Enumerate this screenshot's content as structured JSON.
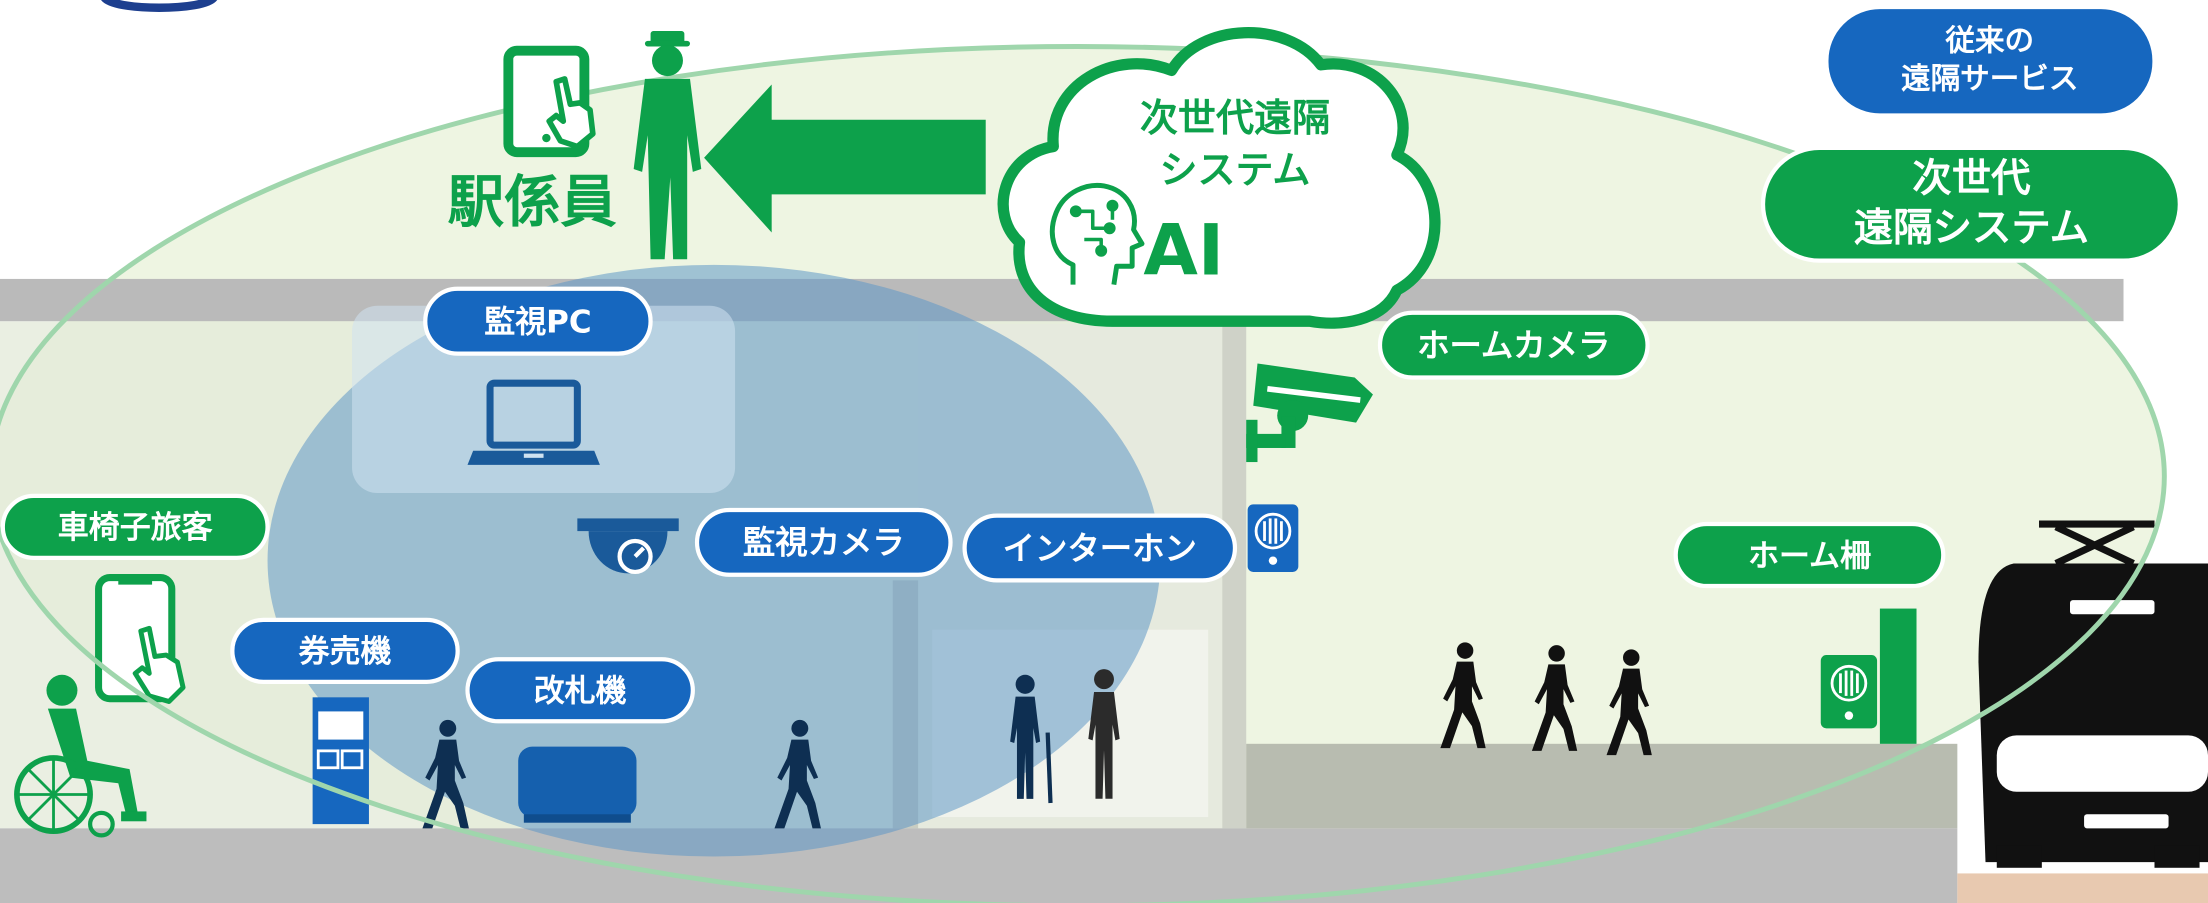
{
  "badges": {
    "legacy_service": {
      "line1": "従来の",
      "line2": "遠隔サービス"
    },
    "next_gen_system": {
      "line1": "次世代",
      "line2": "遠隔システム"
    }
  },
  "cloud": {
    "line1": "次世代遠隔",
    "line2": "システム",
    "ai_label": "AI"
  },
  "staff": {
    "label": "駅係員"
  },
  "labels": {
    "monitor_pc": "監視PC",
    "wheelchair_passenger": "車椅子旅客",
    "ticket_machine": "券売機",
    "ticket_gate": "改札機",
    "surveillance_camera": "監視カメラ",
    "intercom": "インターホン",
    "platform_camera": "ホームカメラ",
    "platform_fence": "ホーム柵"
  },
  "icons": {
    "tablet": "tablet-touch-icon",
    "staff": "station-staff-icon",
    "arrow": "left-arrow-icon",
    "ai": "ai-brain-icon",
    "laptop": "laptop-icon",
    "dome_camera": "dome-camera-icon",
    "intercom": "intercom-icon",
    "platform_camera": "cctv-camera-icon",
    "smartphone": "smartphone-touch-icon",
    "wheelchair": "wheelchair-user-icon",
    "ticket_machine": "ticket-machine-icon",
    "ticket_gate": "ticket-gate-icon",
    "pedestrian": "pedestrian-icon",
    "train": "train-front-icon"
  },
  "colors": {
    "next_gen_green": "#0da14b",
    "legacy_blue": "#1667bf",
    "next_gen_area": "#eef5e2",
    "legacy_area": "#5e97c6",
    "silhouette_navy": "#0e2f52"
  }
}
